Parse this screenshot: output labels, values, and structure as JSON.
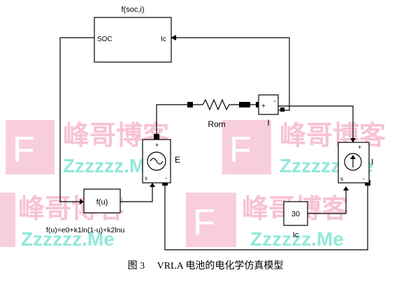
{
  "diagram": {
    "blocks": {
      "fsoc": {
        "title": "f(soc,i)",
        "port_left": "SOC",
        "port_right": "Ic"
      },
      "fu": {
        "label": "f(u)",
        "formula": "f(u)=e0+k1ln(1-u)+k2lnu"
      },
      "voltage_source": {
        "label": "E",
        "plus": "+",
        "s": "s",
        "minus": "-"
      },
      "current_sensor": {
        "label": "I",
        "plus": "+",
        "minus": "-"
      },
      "resistor": {
        "label": "Rom"
      },
      "current_source": {
        "label": "I",
        "s": "s",
        "plus": "+",
        "minus": "-"
      },
      "constant": {
        "value": "30",
        "label": "Ic"
      }
    },
    "caption": "图 3　 VRLA 电池的电化学仿真模型"
  },
  "watermark": {
    "cn_text": "峰哥博客",
    "en_text": "Zzzzzz.Me",
    "logo_letter": "F",
    "colors": {
      "pink": "#f6b8d0",
      "teal": "#7fe5d4",
      "logo_bg": "#f7c6da"
    }
  },
  "colors": {
    "line": "#000000",
    "block_stroke": "#000000"
  }
}
